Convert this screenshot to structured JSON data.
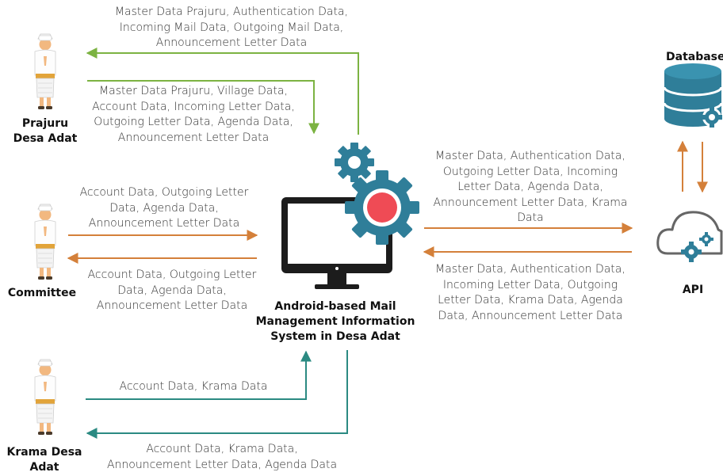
{
  "actors": {
    "prajuru": [
      "Prajuru",
      "Desa Adat"
    ],
    "committee": [
      "Committee"
    ],
    "krama": [
      "Krama Desa",
      "Adat"
    ]
  },
  "system": [
    "Android-based Mail",
    "Management Information",
    "System in Desa Adat"
  ],
  "database": "Database",
  "api": "API",
  "flows": {
    "prajuru_out": [
      "Master Data Prajuru, Authentication Data,",
      "Incoming Mail Data, Outgoing Mail Data,",
      "Announcement Letter Data"
    ],
    "prajuru_in": [
      "Master Data Prajuru, Village Data,",
      "Account Data, Incoming Letter Data,",
      "Outgoing Letter Data, Agenda Data,",
      "Announcement Letter Data"
    ],
    "committee_in": [
      "Account Data, Outgoing Letter",
      "Data, Agenda Data,",
      "Announcement Letter Data"
    ],
    "committee_out": [
      "Account Data, Outgoing Letter",
      "Data, Agenda Data,",
      "Announcement Letter Data"
    ],
    "krama_in": [
      "Account Data, Krama Data"
    ],
    "krama_out": [
      "Account Data, Krama Data,",
      "Announcement Letter Data, Agenda Data"
    ],
    "to_api": [
      "Master Data, Authentication Data,",
      "Outgoing Letter Data, Incoming",
      "Letter Data, Agenda Data,",
      "Announcement Letter Data, Krama",
      "Data"
    ],
    "from_api": [
      "Master Data, Authentication Data,",
      "Incoming Letter Data, Outgoing",
      "Letter Data, Krama Data, Agenda",
      "Data, Announcement Letter Data"
    ]
  },
  "colors": {
    "green": "#7cb342",
    "orange": "#d4803a",
    "teal": "#2b8a82",
    "gear": "#2f7e99",
    "monitor": "#1c1c1c",
    "red": "#ef4b55",
    "db": "#2f7e99"
  }
}
